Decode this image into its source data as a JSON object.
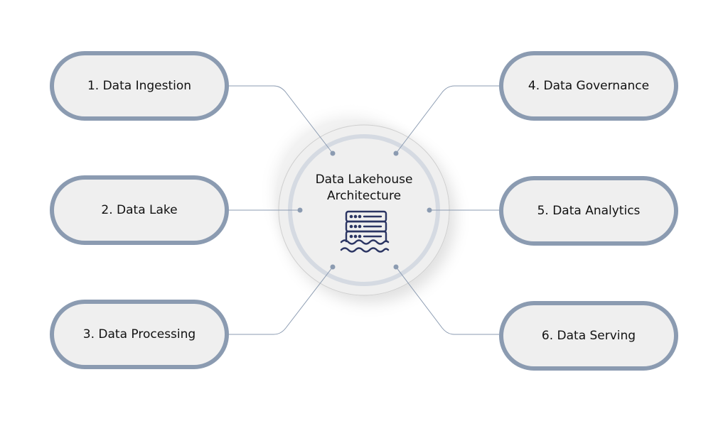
{
  "center": {
    "line1": "Data Lakehouse",
    "line2": "Architecture",
    "icon": "server-lake-icon"
  },
  "steps": [
    {
      "label": "1. Data Ingestion"
    },
    {
      "label": "2. Data Lake"
    },
    {
      "label": "3. Data Processing"
    },
    {
      "label": "4. Data Governance"
    },
    {
      "label": "5. Data Analytics"
    },
    {
      "label": "6. Data Serving"
    }
  ],
  "colors": {
    "border": "#8b9bb1",
    "fill": "#efefef",
    "icon": "#2b3563",
    "ring": "#d5dae2"
  }
}
